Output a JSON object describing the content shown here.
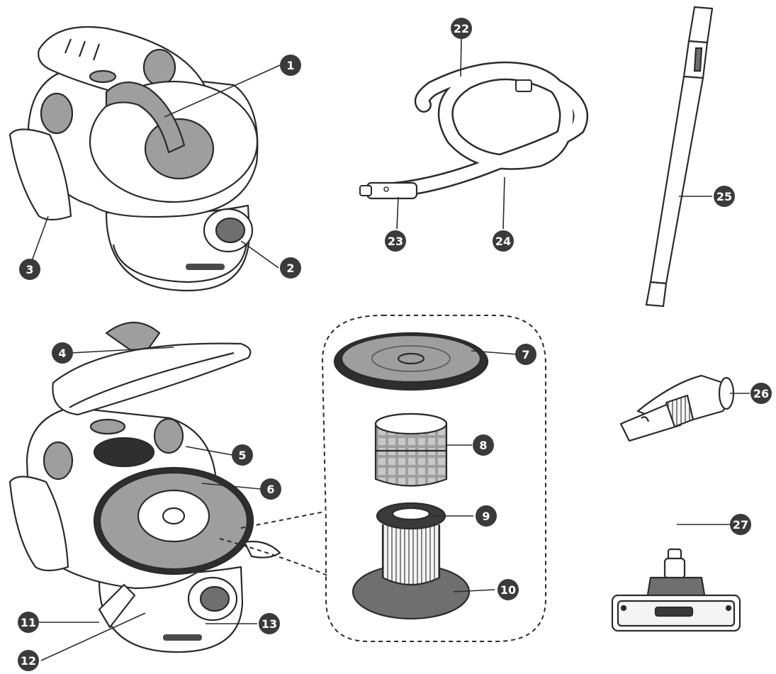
{
  "diagram": {
    "colors": {
      "line": "#2b2b2b",
      "shade": "#9e9e9e",
      "dark_shade": "#6f6f6f",
      "badge": "#3a3a3a",
      "badge_text": "#ffffff",
      "paper": "#ffffff"
    },
    "parts": [
      {
        "id": "vacuum-closed",
        "icon": "vacuum-body-icon"
      },
      {
        "id": "vacuum-open",
        "icon": "vacuum-body-open-icon"
      },
      {
        "id": "hose",
        "icon": "hose-icon"
      },
      {
        "id": "tube",
        "icon": "telescopic-tube-icon"
      },
      {
        "id": "crevice-nozzle",
        "icon": "crevice-nozzle-icon"
      },
      {
        "id": "floor-brush",
        "icon": "floor-brush-icon"
      },
      {
        "id": "filter-group",
        "icon": "filter-set-icon"
      }
    ],
    "callouts": [
      {
        "label": "1"
      },
      {
        "label": "2"
      },
      {
        "label": "3"
      },
      {
        "label": "4"
      },
      {
        "label": "5"
      },
      {
        "label": "6"
      },
      {
        "label": "7"
      },
      {
        "label": "8"
      },
      {
        "label": "9"
      },
      {
        "label": "10"
      },
      {
        "label": "11"
      },
      {
        "label": "12"
      },
      {
        "label": "13"
      },
      {
        "label": "22"
      },
      {
        "label": "23"
      },
      {
        "label": "24"
      },
      {
        "label": "25"
      },
      {
        "label": "26"
      },
      {
        "label": "27"
      }
    ]
  }
}
